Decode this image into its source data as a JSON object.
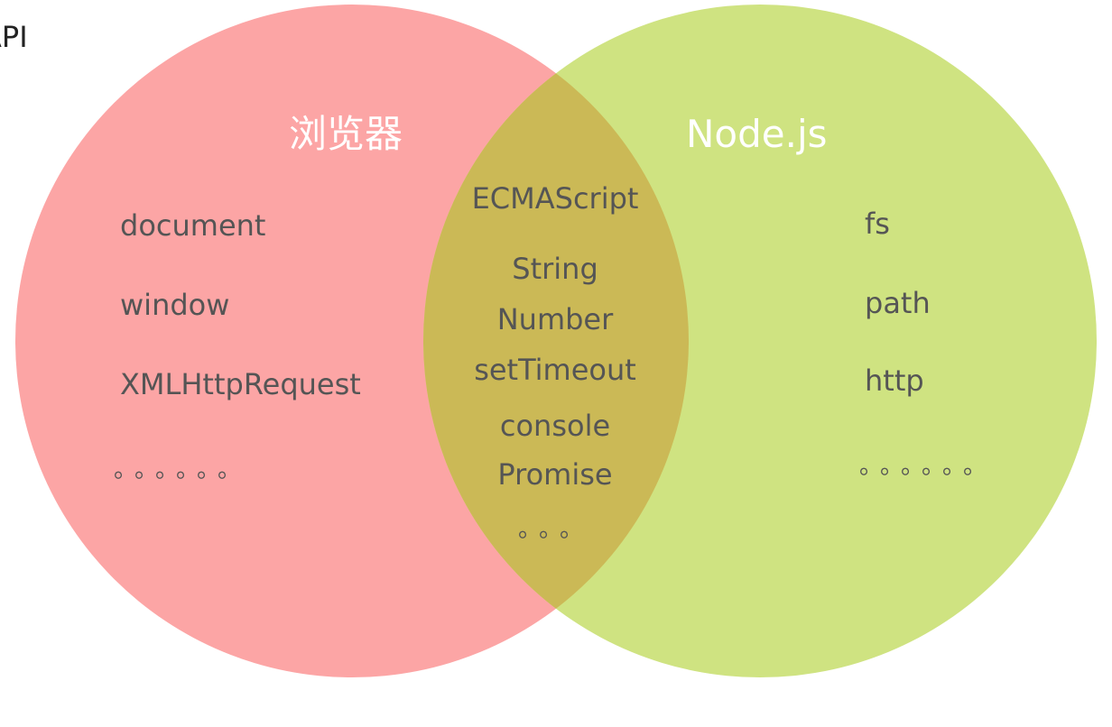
{
  "corner": {
    "text": "API"
  },
  "colors": {
    "browser_circle": "#fca5a5",
    "node_circle": "#cfe381",
    "overlap": "#cbb956",
    "title": "#ffffff",
    "item_text": "#555555"
  },
  "browser": {
    "title": "浏览器",
    "items": [
      "document",
      "window",
      "XMLHttpRequest",
      "。。。。。。"
    ]
  },
  "shared": {
    "items": [
      "ECMAScript",
      "String",
      "Number",
      "setTimeout",
      "console",
      "Promise",
      "。。。"
    ]
  },
  "node": {
    "title": "Node.js",
    "items": [
      "fs",
      "path",
      "http",
      "。。。。。。"
    ]
  }
}
